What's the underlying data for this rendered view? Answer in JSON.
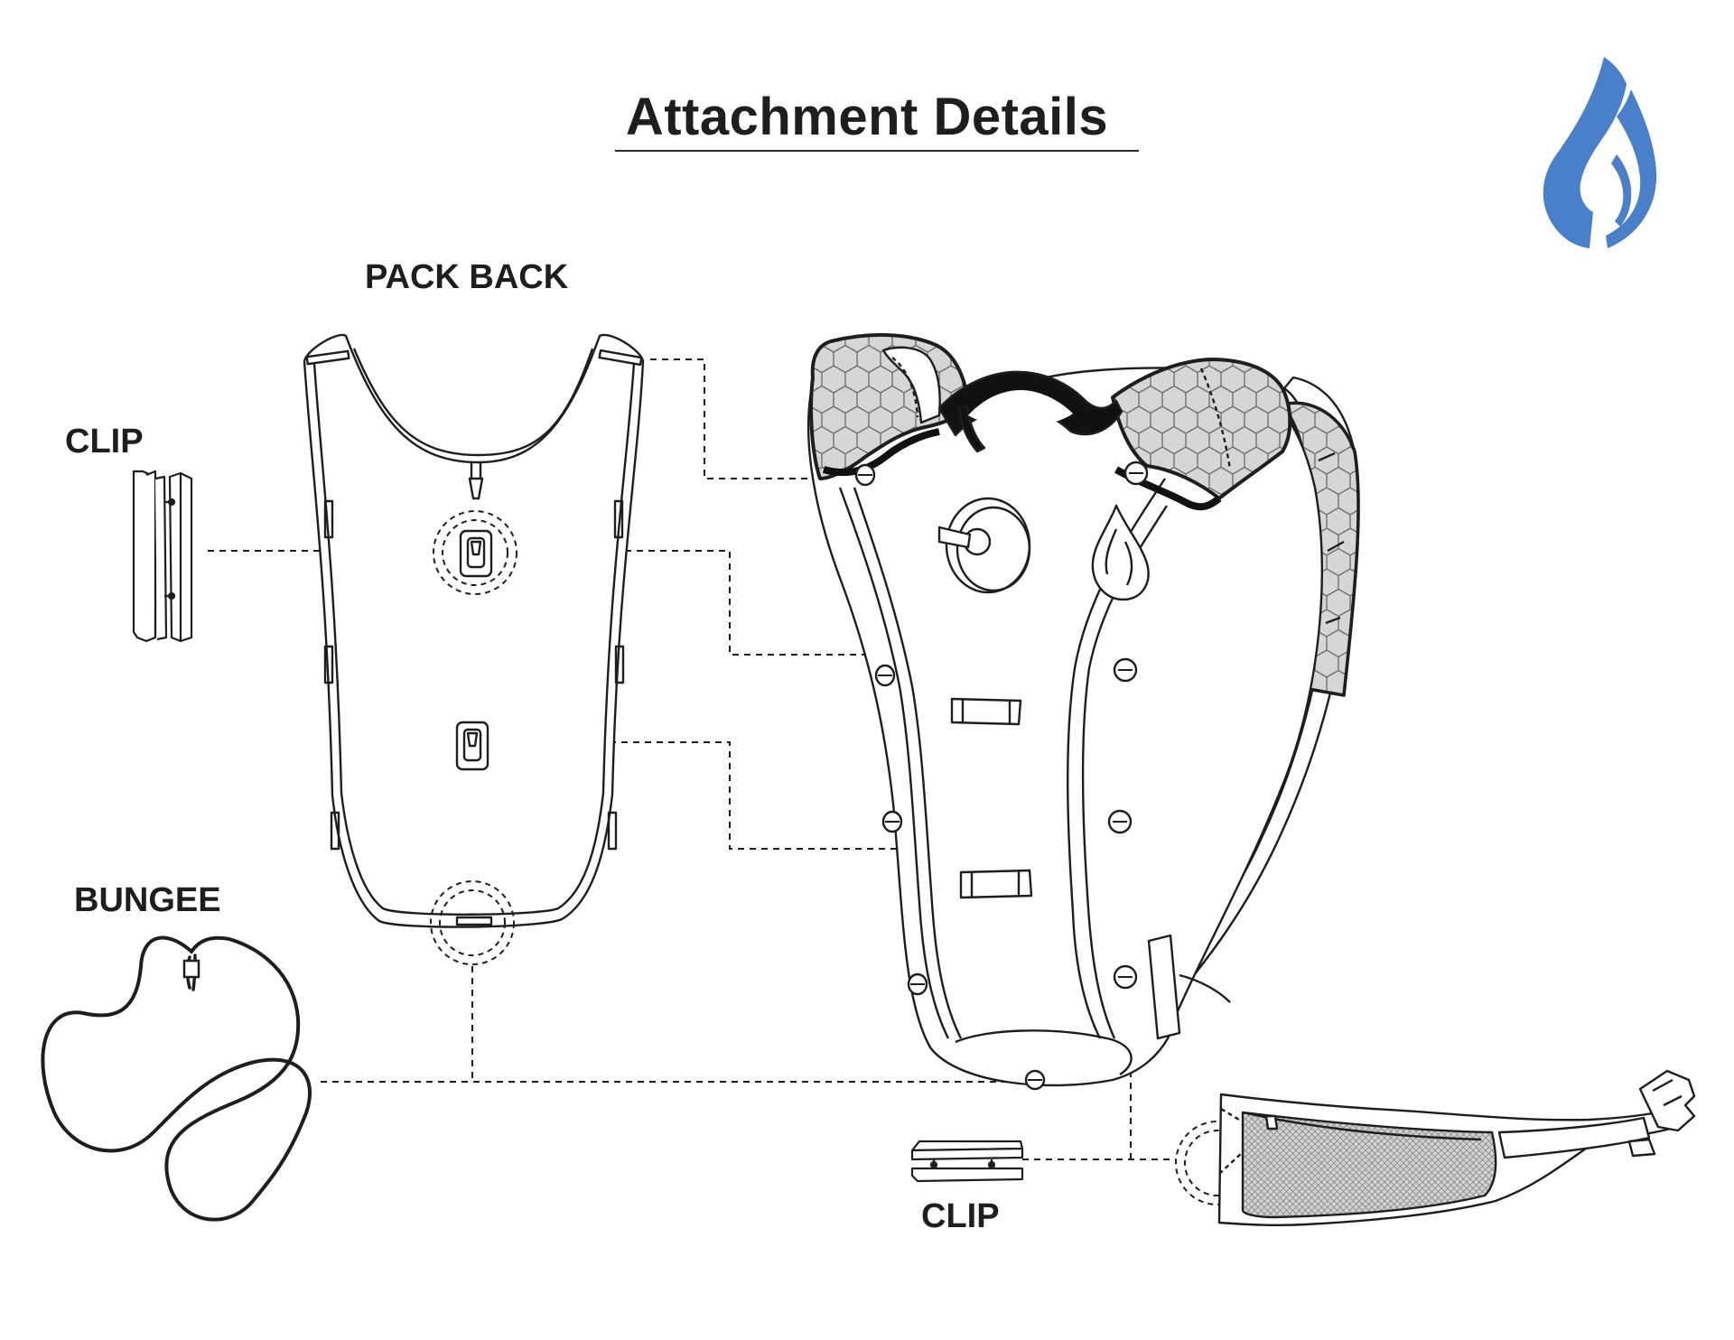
{
  "title": "Attachment Details",
  "labels": {
    "pack_back": "PACK BACK",
    "clip_left": "CLIP",
    "bungee": "BUNGEE",
    "clip_bottom": "CLIP"
  },
  "colors": {
    "brand_logo": "#4a7fc9",
    "line": "#1e1e1e",
    "honeycomb_fill": "#d6d6d6",
    "mesh_fill": "#cfcfcf",
    "black_trim": "#111111"
  },
  "icons": {
    "brand_logo": "water-drop-logo-icon",
    "hydration_port": "hydration-port-icon",
    "backpack": "hydration-backpack",
    "pack_back_panel": "pack-back-panel",
    "clip": "clip-icon",
    "bungee": "bungee-cord-icon",
    "hip_belt": "hip-belt-pocket"
  }
}
